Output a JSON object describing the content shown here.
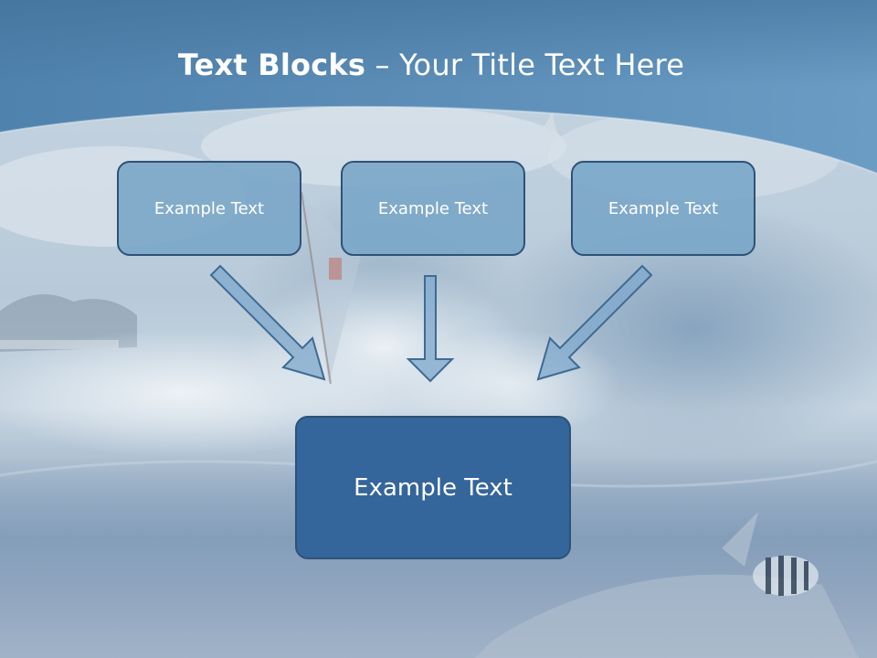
{
  "slide": {
    "title_bold": "Text Blocks",
    "title_separator": " – ",
    "title_rest": "Your Title Text Here"
  },
  "diagram": {
    "top_boxes": [
      {
        "label": "Example Text"
      },
      {
        "label": "Example Text"
      },
      {
        "label": "Example Text"
      }
    ],
    "bottom_box": {
      "label": "Example Text"
    }
  },
  "colors": {
    "header_band": "#5b8cb5",
    "small_box_fill": "#7aa6c8",
    "big_box_fill": "#34659b",
    "box_border": "#2e5277",
    "arrow_fill": "#7fa8cc",
    "arrow_stroke": "#3f6a92"
  }
}
